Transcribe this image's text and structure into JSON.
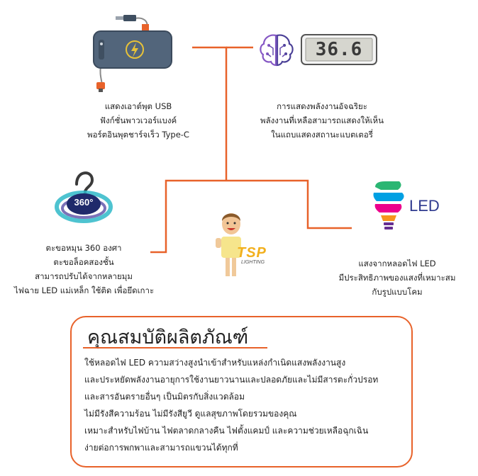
{
  "features": {
    "usb": {
      "icon": "powerbank-usb-cable-icon",
      "lines": [
        "แสดงเอาต์พุต USB",
        "ฟังก์ชั่นพาวเวอร์แบงค์",
        "พอร์ตอินพุตชาร์จเร็ว Type-C"
      ]
    },
    "display": {
      "icon": "brain-circuit-icon",
      "lcd_value": "36.6",
      "lines": [
        "การแสดงพลังงานอัจฉริยะ",
        "พลังงานที่เหลือสามารถแสดงให้เห็น",
        "ในแถบแสดงสถานะแบตเตอรี่"
      ]
    },
    "hook": {
      "icon": "rotating-hook-icon",
      "badge": "360°",
      "lines": [
        "ตะขอหมุน 360 องศา",
        "ตะขอล็อคสองชั้น",
        "สามารถปรับได้จากหลายมุม",
        "ไฟฉาย LED แม่เหล็ก ใช้ติด เพื่อยึดเกาะ"
      ]
    },
    "led": {
      "icon": "colorful-led-bulb-icon",
      "logo_text": "LED",
      "lines": [
        "แสงจากหลอดไฟ LED",
        "มีประสิทธิภาพของแสงที่เหมาะสม",
        "กับรูปแบบโคม"
      ]
    }
  },
  "brand": {
    "mascot": "mascot-man-icon",
    "logo": "TSP",
    "logo_sub": "LIGHTING"
  },
  "properties": {
    "title": "คุณสมบัติผลิตภัณฑ์",
    "lines": [
      "ใช้หลอดไฟ LED ความสว่างสูงนำเข้าสำหรับแหล่งกำเนิดแสงพลังงานสูง",
      "และประหยัดพลังงานอายุการใช้งานยาวนานและปลอดภัยและไม่มีสารตะกั่วปรอท",
      "และสารอันตรายอื่นๆ เป็นมิตรกับสิ่งแวดล้อม",
      "ไม่มีรังสีความร้อน ไม่มีรังสียูวี ดูแลสุขภาพโดยรวมของคุณ",
      "เหมาะสำหรับไฟบ้าน ไฟตลาดกลางคืน ไฟตั้งแคมป์ และความช่วยเหลือฉุกเฉิน",
      "ง่ายต่อการพกพาและสามารถแขวนได้ทุกที่"
    ]
  },
  "colors": {
    "connector": "#e8622a",
    "box_border": "#e8622a"
  }
}
